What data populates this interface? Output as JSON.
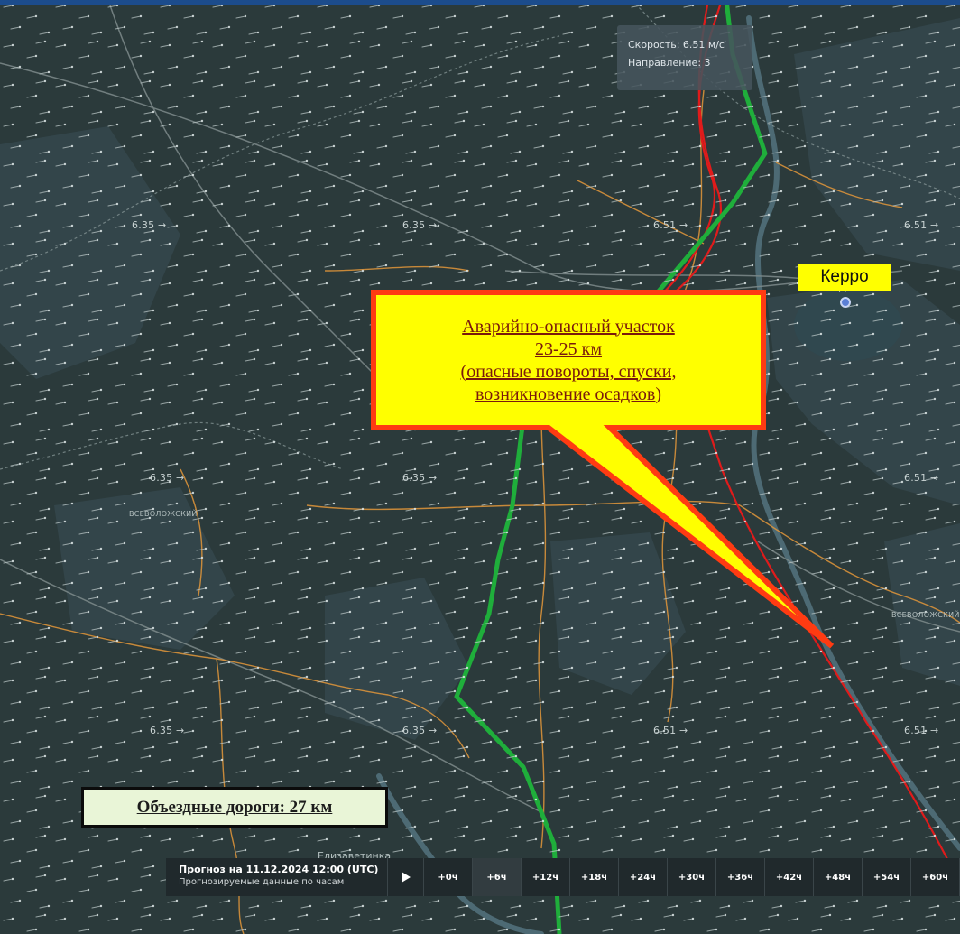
{
  "map": {
    "colors": {
      "background": "#2b3a3b",
      "forest": "#33454a",
      "water": "#3f5a63",
      "minor_roads": "#e3973a",
      "hazard_route": "#e01b1b",
      "detour_route": "#1fae3b"
    },
    "wind_labels": [
      "6.35 →",
      "6.35 →",
      "6.51 →",
      "6.51 →",
      "6.35 →",
      "6.35 →",
      "6.51 →",
      "6.35 →",
      "6.35 →",
      "6.51 →",
      "6.51 →"
    ],
    "area_labels": [
      "ВСЕВОЛОЖСКИЙ",
      "ВСЕВОЛОЖСКИЙ"
    ],
    "town_labels": [
      "Керро",
      "Елизаветинка"
    ]
  },
  "tooltip": {
    "speed": "Скорость: 6.51 м/с",
    "direction": "Направление: 3"
  },
  "place_label": "Керро",
  "callout": {
    "lines": [
      "Аварийно-опасный участок",
      "23-25 км",
      "(опасные повороты, спуски,",
      "возникновение осадков)"
    ]
  },
  "detour": {
    "text": "Объездные дороги: 27 км"
  },
  "timeline": {
    "title": "Прогноз на 11.12.2024 12:00 (UTC)",
    "subtitle": "Прогнозируемые данные по часам",
    "play_icon": "play-icon",
    "steps": [
      "+0ч",
      "+6ч",
      "+12ч",
      "+18ч",
      "+24ч",
      "+30ч",
      "+36ч",
      "+42ч",
      "+48ч",
      "+54ч",
      "+60ч"
    ],
    "active_step": "+6ч"
  }
}
